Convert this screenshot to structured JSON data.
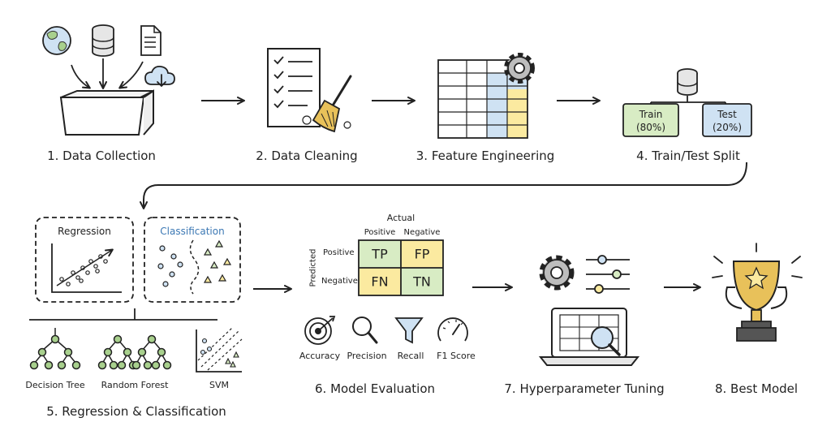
{
  "steps": {
    "s1": "1. Data Collection",
    "s2": "2. Data Cleaning",
    "s3": "3. Feature Engineering",
    "s4": "4. Train/Test Split",
    "s5": "5. Regression & Classification",
    "s6": "6. Model Evaluation",
    "s7": "7. Hyperparameter Tuning",
    "s8": "8. Best Model"
  },
  "split": {
    "train": "Train",
    "train_pct": "(80%)",
    "test": "Test",
    "test_pct": "(20%)"
  },
  "models": {
    "regression": "Regression",
    "classification": "Classification",
    "decision_tree": "Decision Tree",
    "random_forest": "Random Forest",
    "svm": "SVM"
  },
  "confusion_matrix": {
    "actual": "Actual",
    "predicted": "Predicted",
    "positive_col": "Positive",
    "negative_col": "Negative",
    "positive_row": "Positive",
    "negative_row": "Negative",
    "tp": "TP",
    "fp": "FP",
    "fn": "FN",
    "tn": "TN"
  },
  "metrics": {
    "accuracy": "Accuracy",
    "precision": "Precision",
    "recall": "Recall",
    "f1": "F1 Score"
  },
  "colors": {
    "green": "#d8ecc4",
    "blue": "#cfe2f3",
    "yellow": "#fbeaa0",
    "gold": "#e8c15a",
    "classification_text": "#3c78b4"
  }
}
